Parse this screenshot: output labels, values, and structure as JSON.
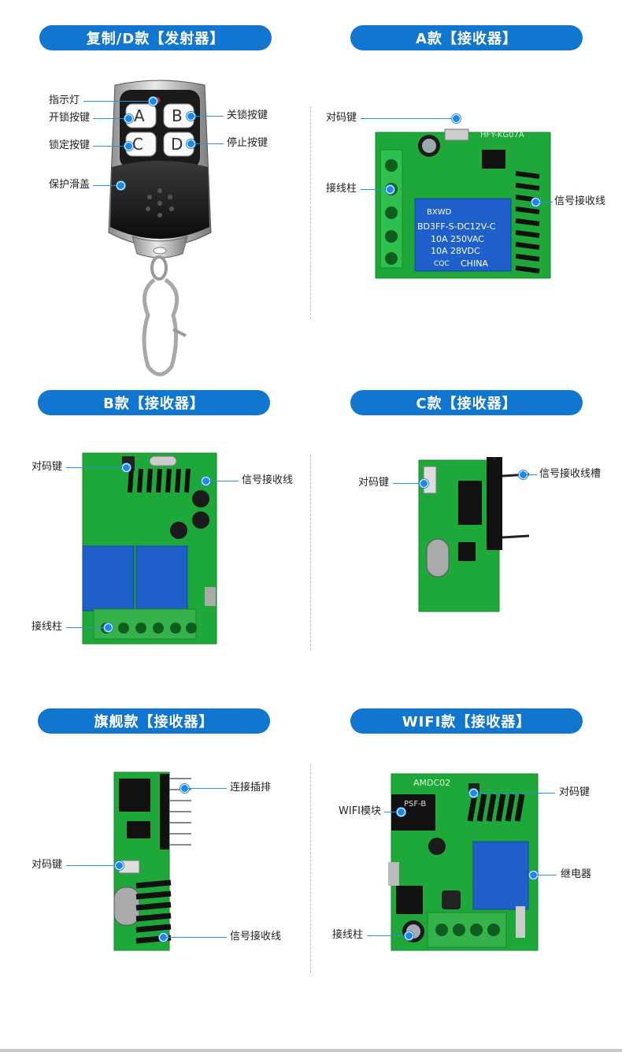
{
  "sections": {
    "transmitter": {
      "title": "复制/D款【发射器】",
      "labels": {
        "indicator": "指示灯",
        "unlock": "开锁按键",
        "lock": "锁定按键",
        "cover": "保护滑盖",
        "close_lock": "关锁按键",
        "stop": "停止按键"
      },
      "buttons": [
        "A",
        "B",
        "C",
        "D"
      ]
    },
    "receiver_a": {
      "title": "A款【接收器】",
      "labels": {
        "pair": "对码键",
        "terminal": "接线柱",
        "antenna": "信号接收线"
      },
      "silk": "HFY-KG07A",
      "relay": {
        "brand": "BXWD",
        "model": "BD3FF-S-DC12V-C",
        "rating1": "10A 250VAC",
        "rating2": "10A 28VDC",
        "cert": "CQC",
        "origin": "CHINA"
      }
    },
    "receiver_b": {
      "title": "B款【接收器】",
      "labels": {
        "pair": "对码键",
        "antenna": "信号接收线",
        "terminal": "接线柱"
      }
    },
    "receiver_c": {
      "title": "C款【接收器】",
      "labels": {
        "pair": "对码键",
        "antenna_slot": "信号接收线槽"
      }
    },
    "flagship": {
      "title": "旗舰款【接收器】",
      "labels": {
        "header": "连接插排",
        "pair": "对码键",
        "antenna": "信号接收线"
      }
    },
    "wifi": {
      "title": "WIFI款【接收器】",
      "labels": {
        "pair": "对码键",
        "module": "WIFI模块",
        "relay": "继电器",
        "terminal": "接线柱"
      },
      "silk": "AMDC02",
      "module_text": "PSF-B"
    }
  },
  "colors": {
    "pill": "#1176cf",
    "pcb": "#1fa83a",
    "pcb_dark": "#168a2c",
    "relay": "#1e5fc9",
    "terminal": "#35b24a",
    "leader": "#2b8fe0"
  }
}
